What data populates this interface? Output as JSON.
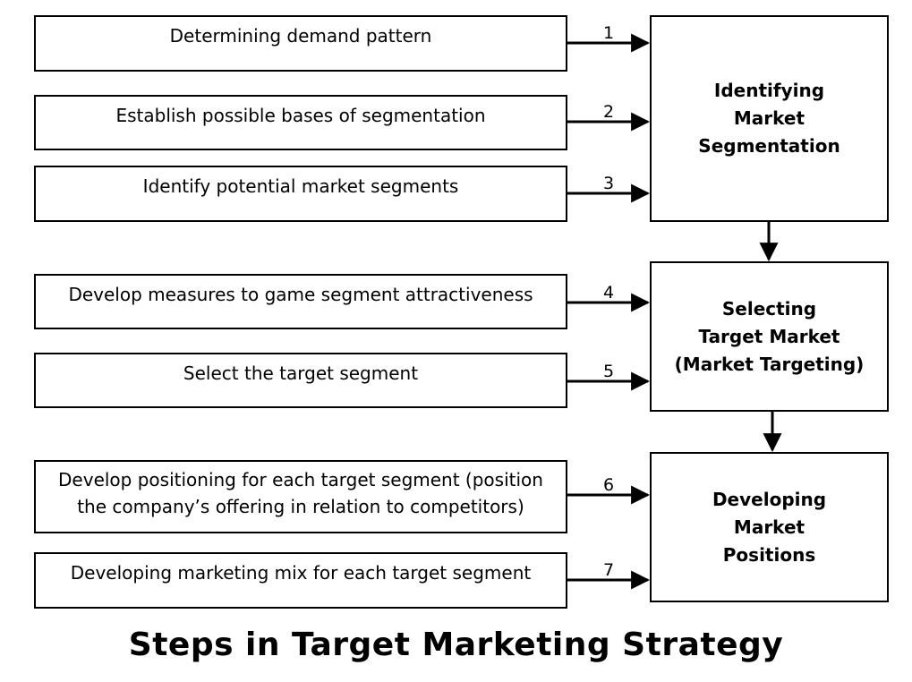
{
  "steps": [
    {
      "number": "1",
      "label": "Determining demand pattern"
    },
    {
      "number": "2",
      "label": "Establish possible bases of segmentation"
    },
    {
      "number": "3",
      "label": "Identify potential market segments"
    },
    {
      "number": "4",
      "label": "Develop measures to game segment attractiveness"
    },
    {
      "number": "5",
      "label": "Select the target segment"
    },
    {
      "number": "6",
      "label": "Develop positioning for each target segment (position\nthe company’s offering in relation to competitors)"
    },
    {
      "number": "7",
      "label": "Developing marketing mix for each target segment"
    }
  ],
  "phases": [
    {
      "label": "Identifying\nMarket\nSegmentation"
    },
    {
      "label": "Selecting\nTarget Market\n(Market Targeting)"
    },
    {
      "label": "Developing\nMarket\nPositions"
    }
  ],
  "title": "Steps in Target Marketing Strategy"
}
